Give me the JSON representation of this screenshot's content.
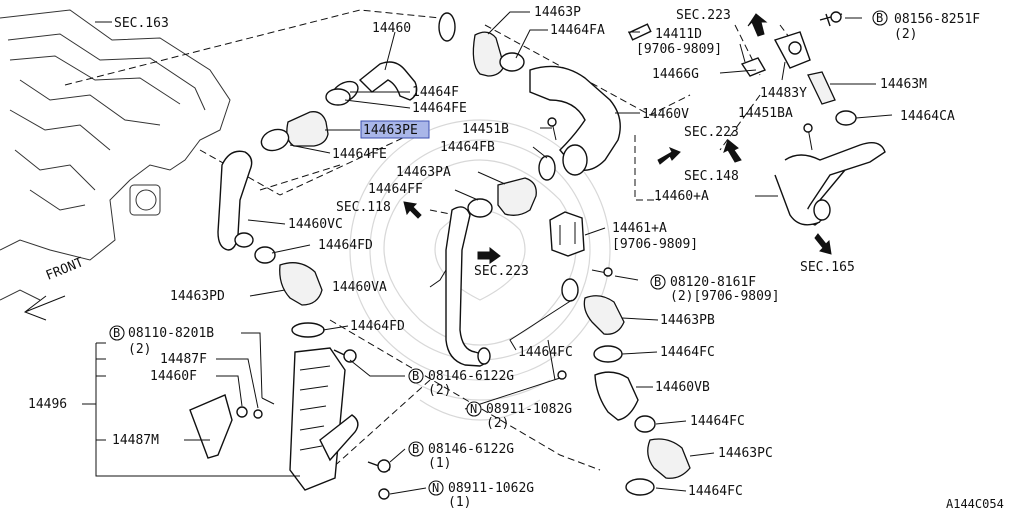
{
  "diagram": {
    "sec_refs": {
      "sec163": "SEC.163",
      "sec223_top": "SEC.223",
      "sec223_mid": "SEC.223",
      "sec223_low": "SEC.223",
      "sec148": "SEC.148",
      "sec118": "SEC.118",
      "sec165": "SEC.165"
    },
    "front_label": "FRONT",
    "circle_letters": {
      "b": "B",
      "n": "N"
    },
    "parts": {
      "p14460": "14460",
      "p14463P": "14463P",
      "p14464FA": "14464FA",
      "p14411D": "14411D",
      "p14411D_range": "[9706-9809]",
      "p08156": "08156-8251F",
      "p08156_qty": "(2)",
      "p14466G": "14466G",
      "p14483Y": "14483Y",
      "p14463M": "14463M",
      "p14451BA": "14451BA",
      "p14464CA": "14464CA",
      "p14464F": "14464F",
      "p14464FE_a": "14464FE",
      "p14463PE": "14463PE",
      "p14451B": "14451B",
      "p14460V": "14460V",
      "p14464FE_b": "14464FE",
      "p14464FB": "14464FB",
      "p14460A": "14460+A",
      "p14463PA": "14463PA",
      "p14464FF": "14464FF",
      "p14460VC": "14460VC",
      "p14461A": "14461+A",
      "p14461A_range": "[9706-9809]",
      "p14464FD_a": "14464FD",
      "p08120": "08120-8161F",
      "p08120_qty": "(2)[9706-9809]",
      "p14463PD": "14463PD",
      "p14460VA": "14460VA",
      "p14463PB": "14463PB",
      "p14464FD_b": "14464FD",
      "p08110": "08110-8201B",
      "p08110_qty": "(2)",
      "p14464FC_a": "14464FC",
      "p14464FC_b": "14464FC",
      "p14487F": "14487F",
      "p14460F": "14460F",
      "p08146_a": "08146-6122G",
      "p08146_a_qty": "(2)",
      "p14460VB": "14460VB",
      "p14496": "14496",
      "p08911_a": "08911-1082G",
      "p08911_a_qty": "(2)",
      "p14464FC_c": "14464FC",
      "p14487M": "14487M",
      "p08146_b": "08146-6122G",
      "p08146_b_qty": "(1)",
      "p14463PC": "14463PC",
      "p08911_b": "08911-1062G",
      "p08911_b_qty": "(1)",
      "p14464FC_d": "14464FC"
    },
    "highlighted_part": "14463PE",
    "diagram_code": "A144C054",
    "colors": {
      "highlight": "#a9b6e8",
      "ink": "#111111"
    }
  }
}
